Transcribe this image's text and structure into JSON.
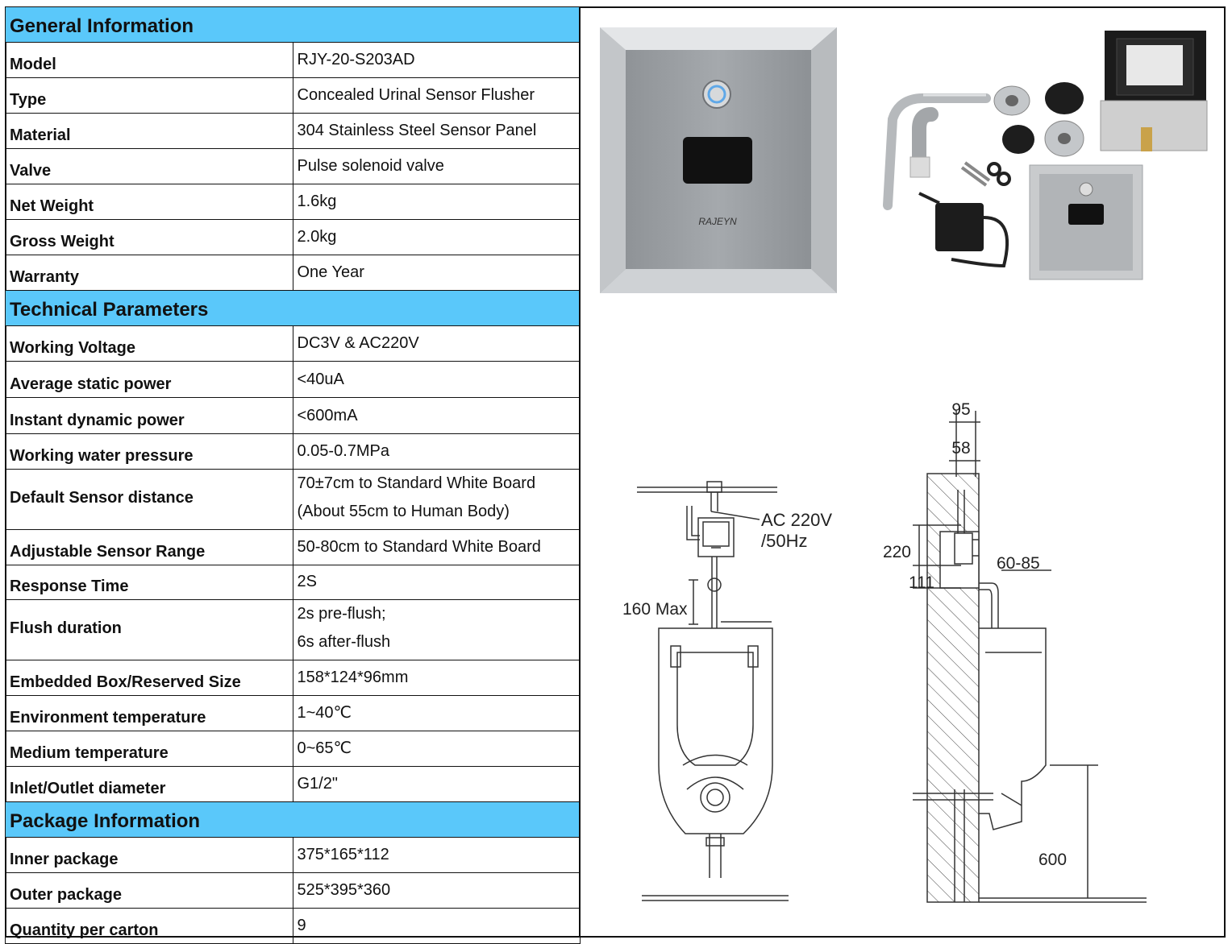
{
  "general": {
    "title": "General Information",
    "rows": [
      {
        "label": "Model",
        "value": "RJY-20-S203AD"
      },
      {
        "label": "Type",
        "value": "Concealed Urinal Sensor Flusher"
      },
      {
        "label": "Material",
        "value": "304 Stainless Steel Sensor Panel"
      },
      {
        "label": "Valve",
        "value": "Pulse solenoid valve"
      },
      {
        "label": "Net Weight",
        "value": "1.6kg"
      },
      {
        "label": "Gross Weight",
        "value": "2.0kg"
      },
      {
        "label": "Warranty",
        "value": "One Year"
      }
    ]
  },
  "technical": {
    "title": "Technical Parameters",
    "rows": [
      {
        "label": "Working Voltage",
        "value": "DC3V & AC220V"
      },
      {
        "label": "Average static power",
        "value": "<40uA"
      },
      {
        "label": "Instant dynamic power",
        "value": "<600mA"
      },
      {
        "label": "Working water pressure",
        "value": "0.05-0.7MPa"
      },
      {
        "label": "Default Sensor distance",
        "value": "70±7cm  to Standard White Board",
        "value2": "(About 55cm to Human Body)"
      },
      {
        "label": "Adjustable Sensor Range",
        "value": "50-80cm to Standard White Board"
      },
      {
        "label": "Response Time",
        "value": "2S"
      },
      {
        "label": "Flush duration",
        "value": "2s pre-flush;",
        "value2": "6s after-flush"
      },
      {
        "label": "Embedded Box/Reserved Size",
        "value": "158*124*96mm"
      },
      {
        "label": "Environment temperature",
        "value": "1~40℃"
      },
      {
        "label": "Medium temperature",
        "value": "0~65℃"
      },
      {
        "label": "Inlet/Outlet diameter",
        "value": "G1/2\""
      }
    ]
  },
  "package": {
    "title": "Package Information",
    "rows": [
      {
        "label": "Inner package",
        "value": "375*165*112"
      },
      {
        "label": "Outer package",
        "value": "525*395*360"
      },
      {
        "label": "Quantity per carton",
        "value": "9"
      }
    ]
  },
  "product_photo": {
    "brand": "RAJEYN"
  },
  "drawing_front": {
    "power_line1": "AC 220V",
    "power_line2": "/50Hz",
    "max_label": "160 Max"
  },
  "drawing_side": {
    "dim_95": "95",
    "dim_58": "58",
    "dim_220": "220",
    "dim_111": "111",
    "dim_6085": "60-85",
    "dim_600": "600"
  },
  "colors": {
    "section_header": "#5ac8fa"
  }
}
